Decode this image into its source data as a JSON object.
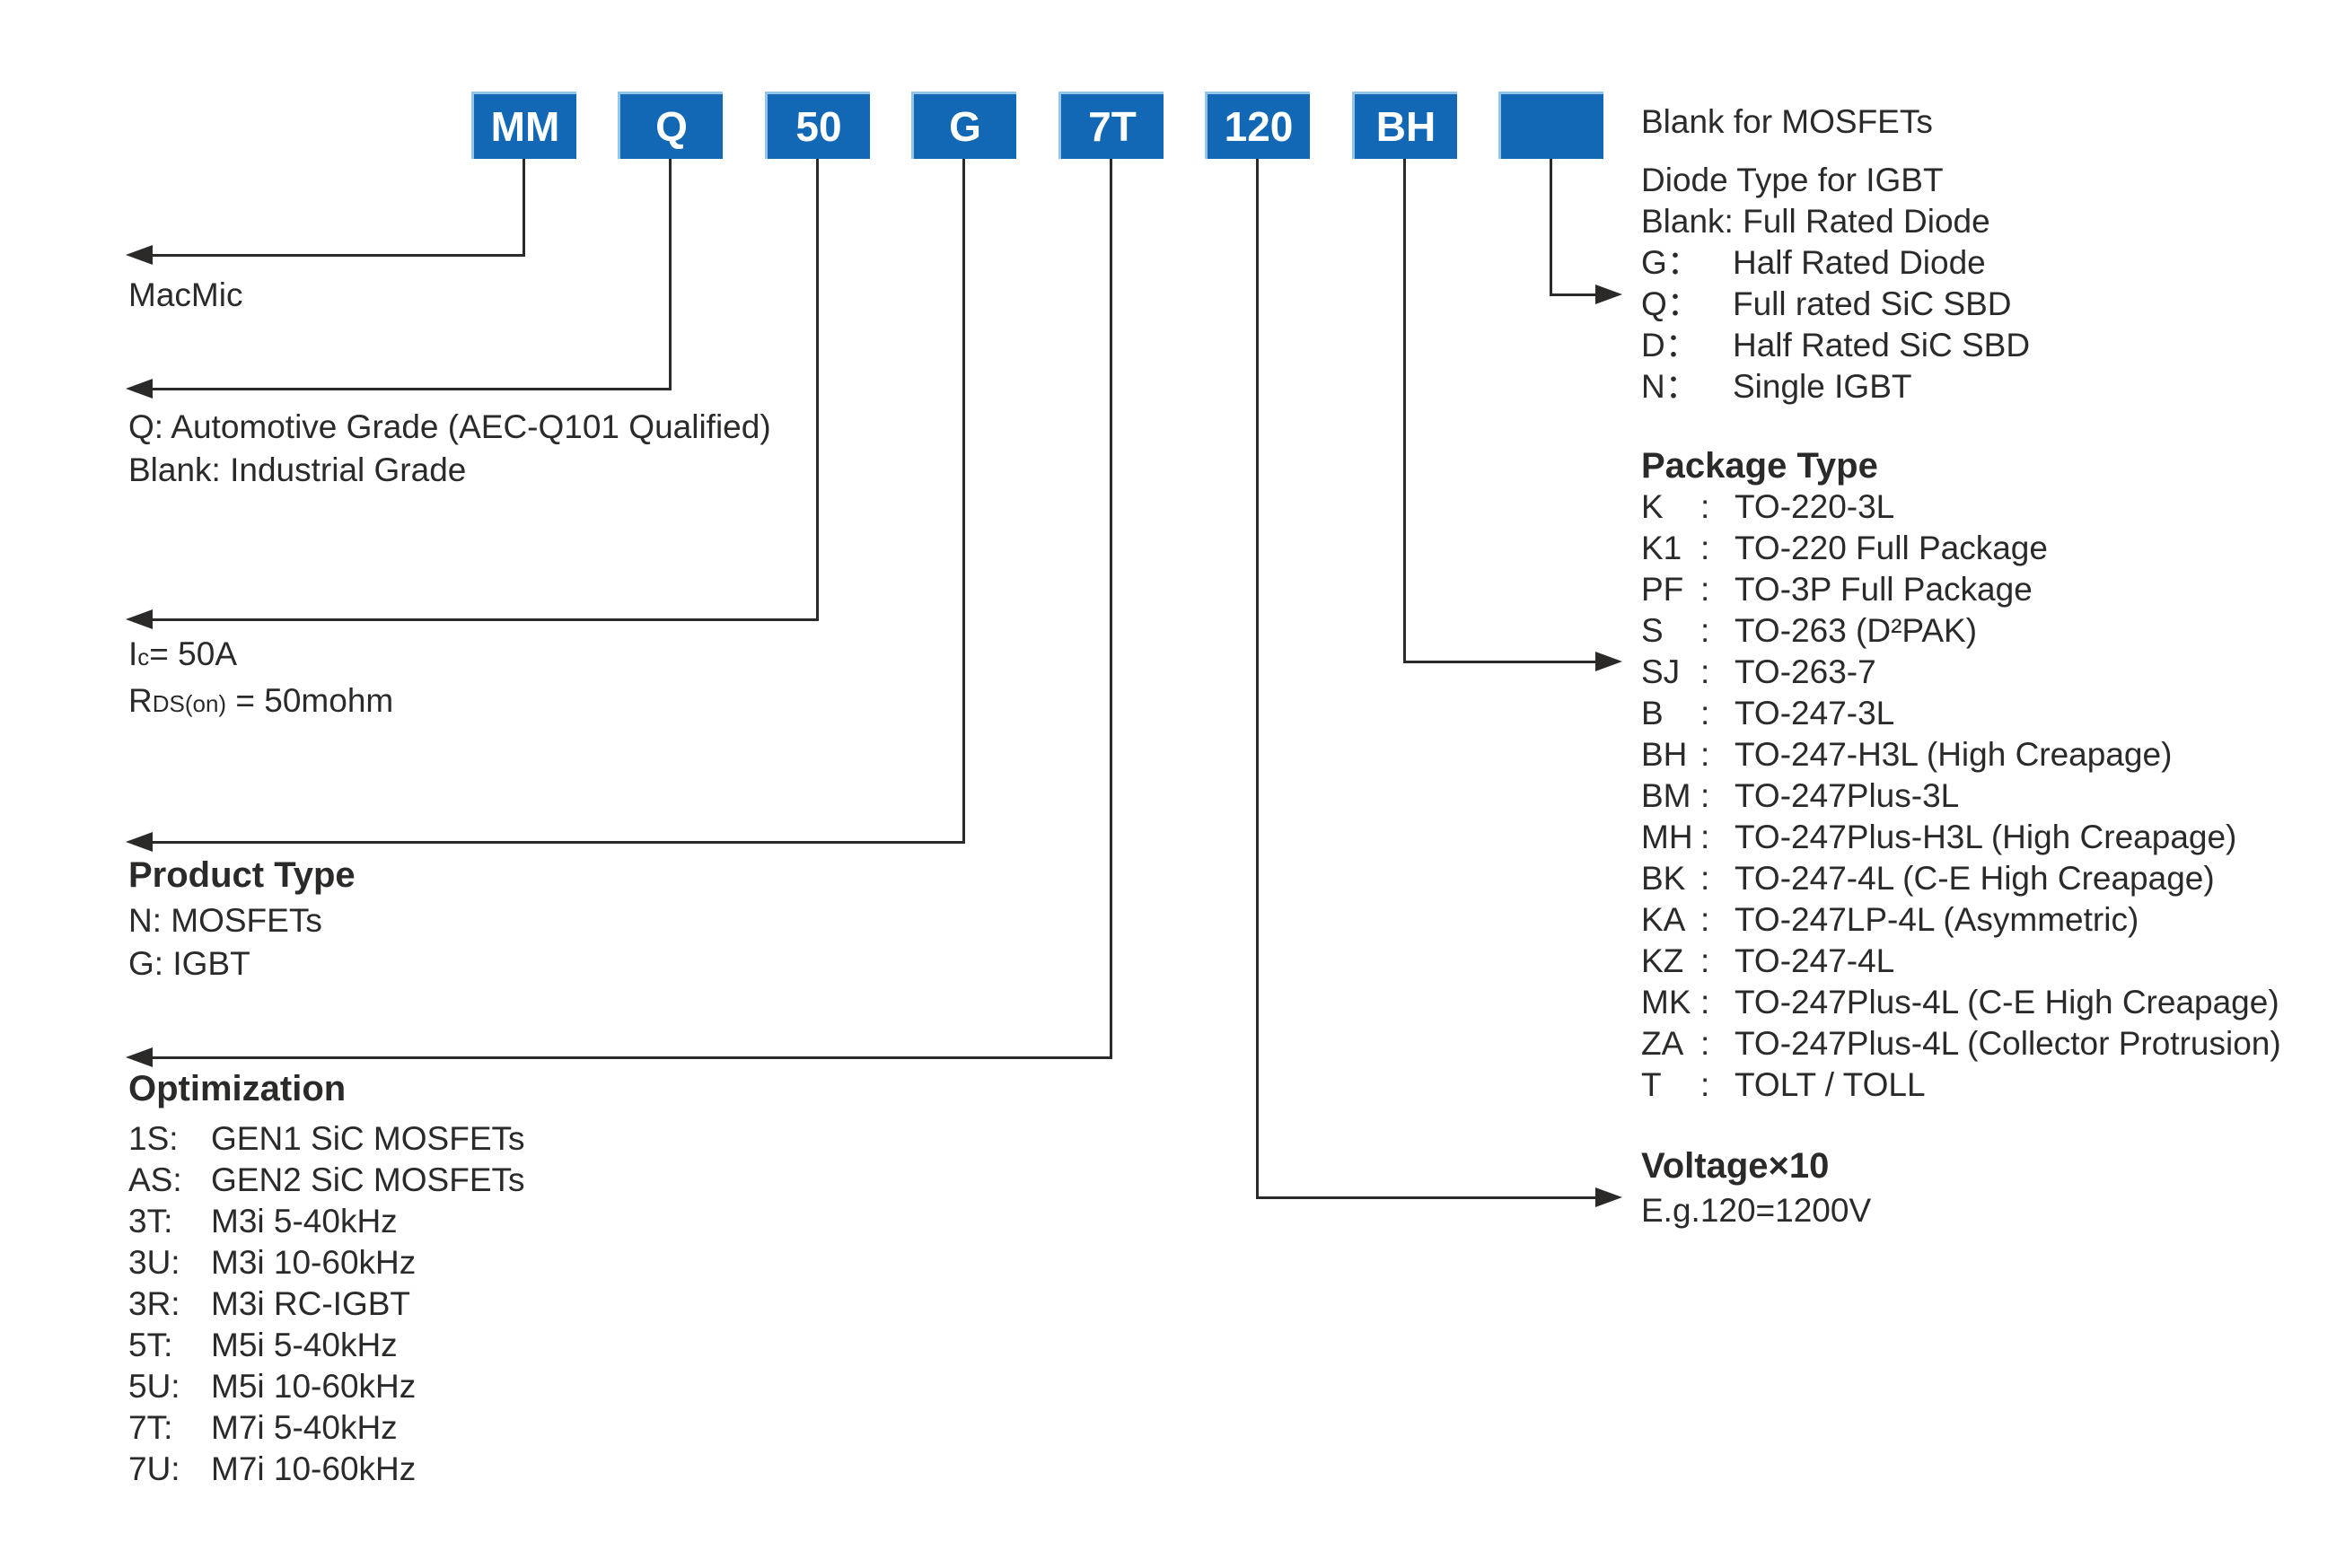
{
  "colors": {
    "box_blue": "#1268b4",
    "box_edge": "#94c4e8",
    "line": "#2b2a29",
    "text": "#2b2a29"
  },
  "boxes": [
    {
      "label": "MM"
    },
    {
      "label": "Q"
    },
    {
      "label": "50"
    },
    {
      "label": "G"
    },
    {
      "label": "7T"
    },
    {
      "label": "120"
    },
    {
      "label": "BH"
    },
    {
      "label": ""
    }
  ],
  "left": {
    "macmic": "MacMic",
    "grade": {
      "line1": "Q:  Automotive Grade (AEC-Q101 Qualified)",
      "line2": "Blank: Industrial Grade"
    },
    "rating": {
      "i_base": "I",
      "i_sub": "c",
      "i_rest": "= 50A",
      "r_base": "R",
      "r_sub": "DS(on)",
      "r_rest": " = 50mohm"
    },
    "product_type": {
      "title": "Product Type",
      "line1": "N: MOSFETs",
      "line2": "G: IGBT"
    },
    "optimization": {
      "title": "Optimization",
      "items": [
        {
          "key": "1S:",
          "desc": "GEN1 SiC MOSFETs"
        },
        {
          "key": "AS:",
          "desc": "GEN2 SiC MOSFETs"
        },
        {
          "key": "3T:",
          "desc": "M3i 5-40kHz"
        },
        {
          "key": "3U:",
          "desc": "M3i 10-60kHz"
        },
        {
          "key": "3R:",
          "desc": "M3i RC-IGBT"
        },
        {
          "key": "5T:",
          "desc": "M5i 5-40kHz"
        },
        {
          "key": "5U:",
          "desc": "M5i 10-60kHz"
        },
        {
          "key": "7T:",
          "desc": "M7i 5-40kHz"
        },
        {
          "key": "7U:",
          "desc": "M7i 10-60kHz"
        }
      ]
    }
  },
  "right": {
    "mosfet_note": "Blank for MOSFETs",
    "diode": {
      "line1": "Diode Type for IGBT",
      "line2": "Blank: Full Rated Diode",
      "items": [
        {
          "key": "G：",
          "desc": "Half Rated Diode"
        },
        {
          "key": "Q：",
          "desc": "Full rated SiC SBD"
        },
        {
          "key": "D：",
          "desc": "Half Rated SiC SBD"
        },
        {
          "key": "N：",
          "desc": "Single IGBT"
        }
      ]
    },
    "package": {
      "title": "Package Type",
      "items": [
        {
          "key": "K",
          "colon": ":",
          "desc": "TO-220-3L"
        },
        {
          "key": "K1",
          "colon": ":",
          "desc": "TO-220 Full Package"
        },
        {
          "key": "PF",
          "colon": ":",
          "desc": "TO-3P Full Package"
        },
        {
          "key": "S",
          "colon": ":",
          "desc": "TO-263 (D²PAK)"
        },
        {
          "key": "SJ",
          "colon": ":",
          "desc": "TO-263-7"
        },
        {
          "key": "B",
          "colon": ":",
          "desc": "TO-247-3L"
        },
        {
          "key": "BH",
          "colon": ":",
          "desc": "TO-247-H3L (High Creapage)"
        },
        {
          "key": "BM",
          "colon": ":",
          "desc": "TO-247Plus-3L"
        },
        {
          "key": "MH",
          "colon": ":",
          "desc": "TO-247Plus-H3L (High Creapage)"
        },
        {
          "key": "BK",
          "colon": ":",
          "desc": "TO-247-4L (C-E High Creapage)"
        },
        {
          "key": "KA",
          "colon": ":",
          "desc": "TO-247LP-4L (Asymmetric)"
        },
        {
          "key": "KZ",
          "colon": ":",
          "desc": "TO-247-4L"
        },
        {
          "key": "MK",
          "colon": ":",
          "desc": "TO-247Plus-4L (C-E High Creapage)"
        },
        {
          "key": "ZA",
          "colon": ":",
          "desc": "TO-247Plus-4L (Collector Protrusion)"
        },
        {
          "key": "T",
          "colon": ":",
          "desc": "TOLT / TOLL"
        }
      ]
    },
    "voltage": {
      "title": "Voltage×10",
      "example": "E.g.120=1200V"
    }
  }
}
